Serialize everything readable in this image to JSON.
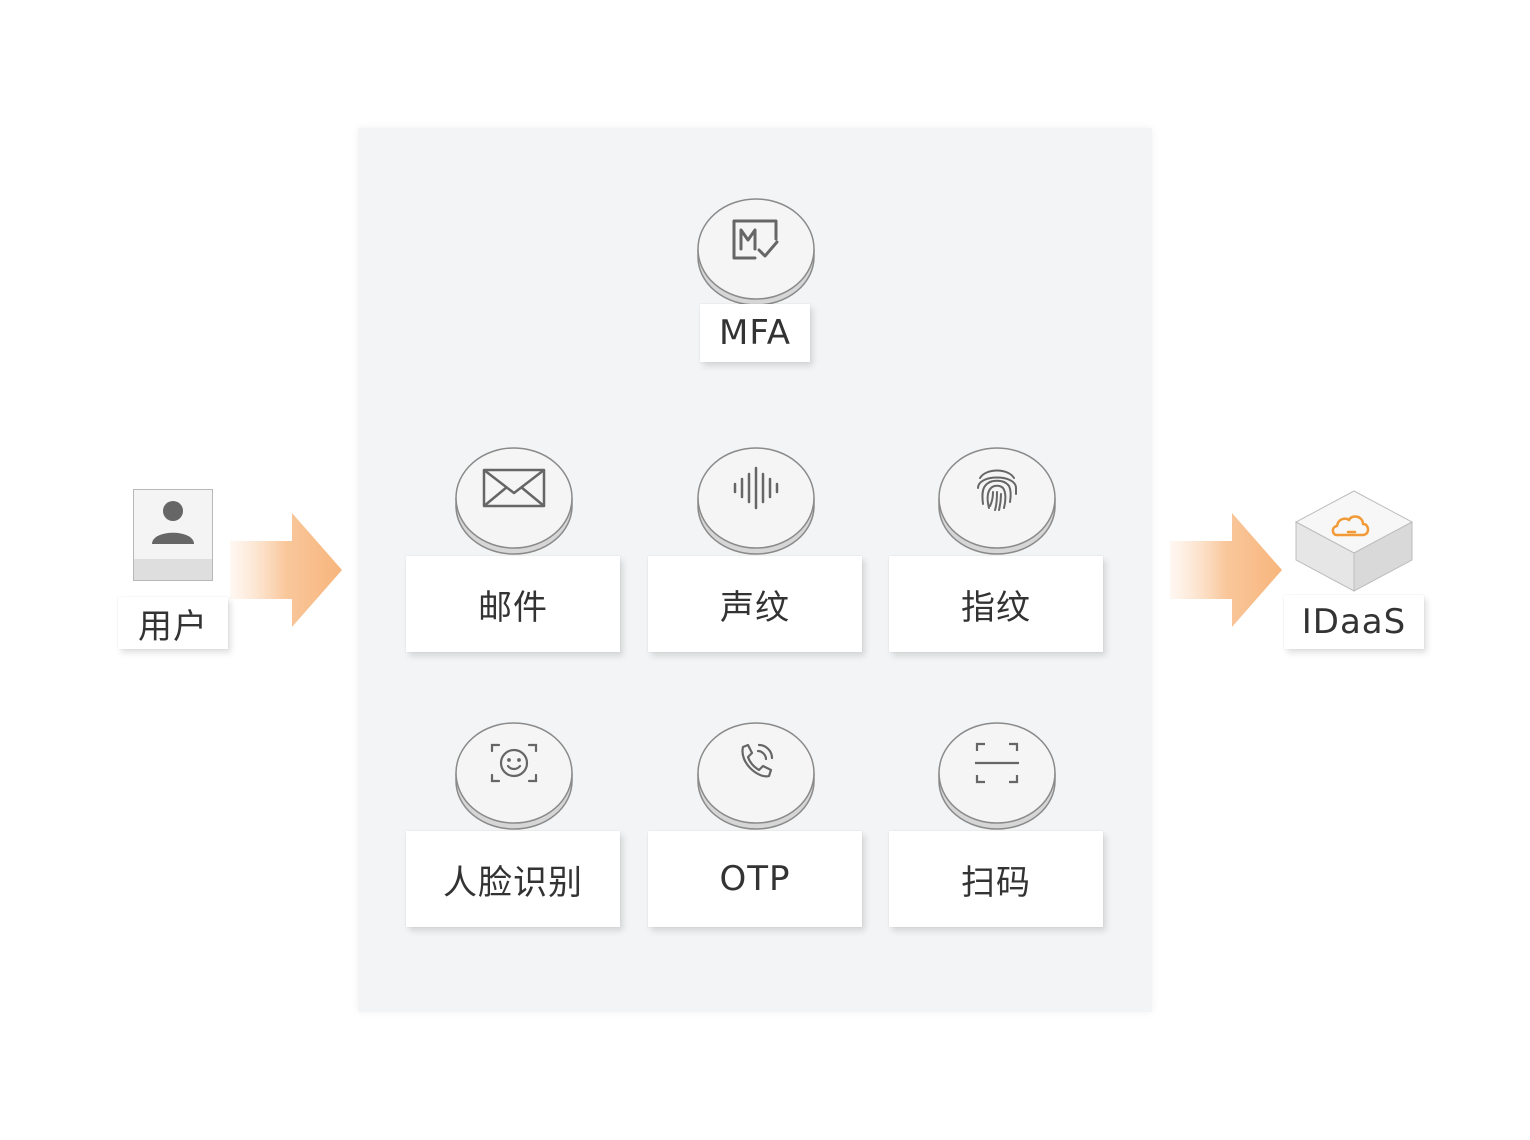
{
  "user": {
    "label": "用户",
    "icon": "user-icon"
  },
  "mfa": {
    "label": "MFA",
    "icon": "mfa-icon"
  },
  "methods": [
    {
      "label": "邮件",
      "icon": "mail-icon"
    },
    {
      "label": "声纹",
      "icon": "voiceprint-icon"
    },
    {
      "label": "指纹",
      "icon": "fingerprint-icon"
    },
    {
      "label": "人脸识别",
      "icon": "face-recognition-icon"
    },
    {
      "label": "OTP",
      "icon": "phone-icon"
    },
    {
      "label": "扫码",
      "icon": "scan-icon"
    }
  ],
  "idaas": {
    "label": "IDaaS",
    "icon": "cloud-icon"
  },
  "colors": {
    "panel": "#f2f4f5",
    "arrow": "#f9b984",
    "icon_stroke": "#666666",
    "idaas_accent": "#f29a37"
  }
}
